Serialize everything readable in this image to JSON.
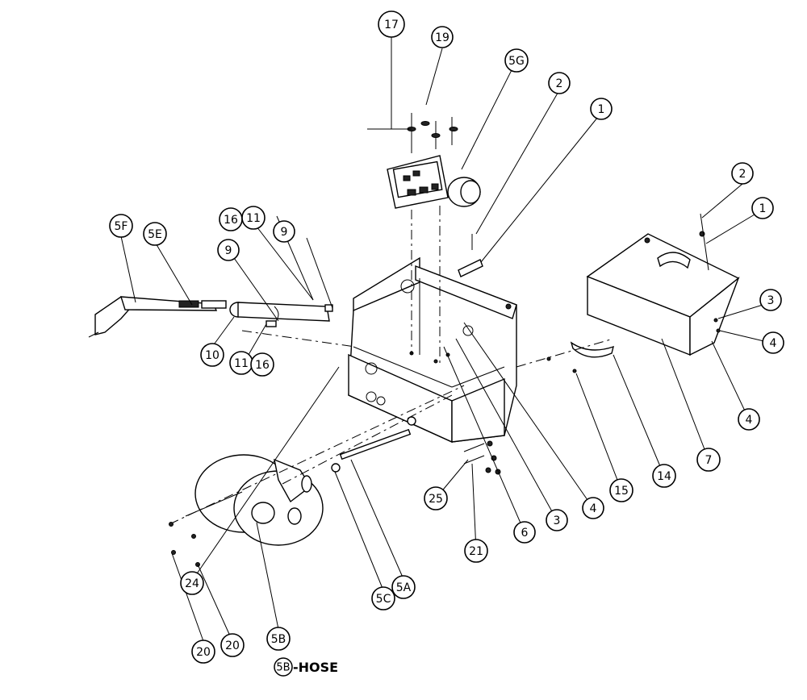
{
  "balloons": [
    {
      "id": "b17",
      "label": "17"
    },
    {
      "id": "b19",
      "label": "19"
    },
    {
      "id": "b5g",
      "label": "5G"
    },
    {
      "id": "b2a",
      "label": "2"
    },
    {
      "id": "b1a",
      "label": "1"
    },
    {
      "id": "b2b",
      "label": "2"
    },
    {
      "id": "b1b",
      "label": "1"
    },
    {
      "id": "b3a",
      "label": "3"
    },
    {
      "id": "b4a",
      "label": "4"
    },
    {
      "id": "b4b",
      "label": "4"
    },
    {
      "id": "b7",
      "label": "7"
    },
    {
      "id": "b14",
      "label": "14"
    },
    {
      "id": "b15",
      "label": "15"
    },
    {
      "id": "b4c",
      "label": "4"
    },
    {
      "id": "b3b",
      "label": "3"
    },
    {
      "id": "b6",
      "label": "6"
    },
    {
      "id": "b21",
      "label": "21"
    },
    {
      "id": "b25",
      "label": "25"
    },
    {
      "id": "b5f",
      "label": "5F"
    },
    {
      "id": "b5e",
      "label": "5E"
    },
    {
      "id": "b16a",
      "label": "16"
    },
    {
      "id": "b11a",
      "label": "11"
    },
    {
      "id": "b9a",
      "label": "9"
    },
    {
      "id": "b9b",
      "label": "9"
    },
    {
      "id": "b10",
      "label": "10"
    },
    {
      "id": "b11b",
      "label": "11"
    },
    {
      "id": "b16b",
      "label": "16"
    },
    {
      "id": "b24",
      "label": "24"
    },
    {
      "id": "b5c",
      "label": "5C"
    },
    {
      "id": "b5a",
      "label": "5A"
    },
    {
      "id": "b20a",
      "label": "20"
    },
    {
      "id": "b20b",
      "label": "20"
    },
    {
      "id": "b5b",
      "label": "5B"
    }
  ],
  "hose_note": {
    "balloon": "5B",
    "text": "-HOSE"
  }
}
